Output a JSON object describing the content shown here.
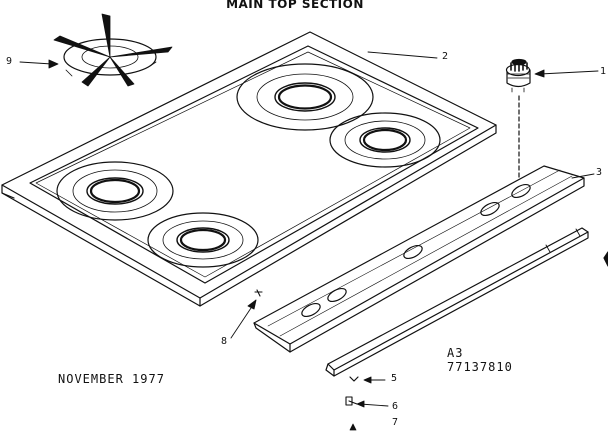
{
  "title": "MAIN TOP SECTION",
  "callouts": {
    "c1": "1",
    "c2": "2",
    "c3": "3",
    "c5": "5",
    "c6": "6",
    "c7": "7",
    "c8": "8",
    "c9": "9"
  },
  "footer": {
    "date": "NOVEMBER 1977",
    "ref_line1": "A3",
    "ref_line2": "77137810"
  },
  "colors": {
    "ink": "#111111",
    "paper": "#ffffff"
  }
}
